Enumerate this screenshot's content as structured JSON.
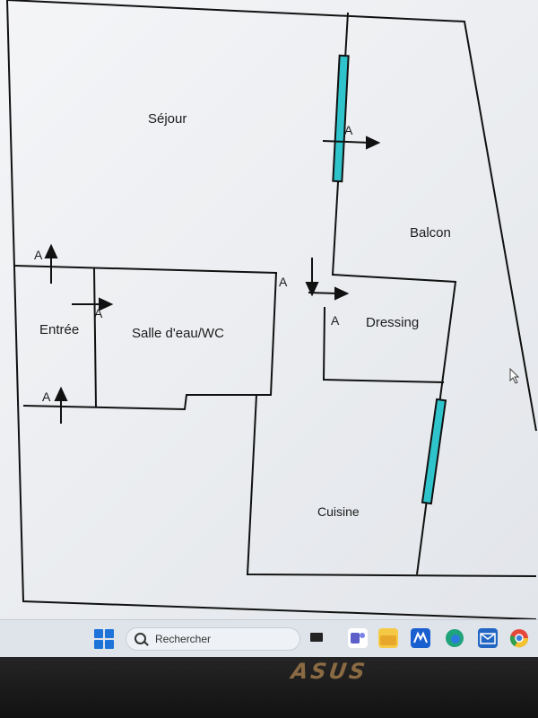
{
  "plan": {
    "rooms": {
      "sejour": "Séjour",
      "balcon": "Balcon",
      "entree": "Entrée",
      "salle_eau": "Salle d'eau/WC",
      "dressing": "Dressing",
      "cuisine": "Cuisine"
    },
    "door_marker": "A",
    "colors": {
      "wall": "#111111",
      "window": "#2fc4cc"
    }
  },
  "taskbar": {
    "search_placeholder": "Rechercher",
    "icons": [
      "windows-start-icon",
      "search-icon",
      "desktop-icon",
      "teams-icon",
      "file-explorer-icon",
      "mail-app-icon",
      "edge-icon",
      "email-icon",
      "chrome-icon"
    ]
  },
  "laptop": {
    "brand": "ASUS"
  }
}
